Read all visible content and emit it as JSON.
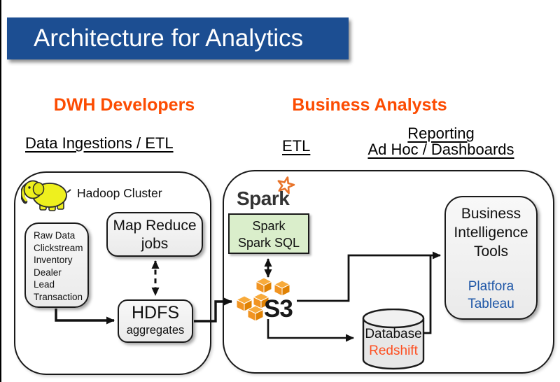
{
  "title": "Architecture for Analytics",
  "headings": {
    "left": "DWH Developers",
    "right": "Business Analysts",
    "left_sub": "Data Ingestions  / ETL",
    "etl": "ETL",
    "reporting_line1": "Reporting",
    "reporting_line2": "Ad Hoc / Dashboards"
  },
  "hadoop_cluster": {
    "label": "Hadoop Cluster",
    "raw_data_lines": [
      "Raw Data",
      "Clickstream",
      "Inventory",
      "Dealer",
      "Lead",
      "Transaction"
    ],
    "map_reduce_line1": "Map Reduce",
    "map_reduce_line2": "jobs",
    "hdfs_line1": "HDFS",
    "hdfs_line2": "aggregates"
  },
  "analytics": {
    "spark_logo": "Spark",
    "spark_box_line1": "Spark",
    "spark_box_line2": "Spark SQL",
    "s3_label": "S3",
    "database_line1": "Database",
    "database_line2": "Redshift",
    "bi_line1": "Business",
    "bi_line2": "Intelligence",
    "bi_line3": "Tools",
    "bi_tool1": "Platfora",
    "bi_tool2": "Tableau"
  },
  "icons": {
    "hadoop": "hadoop-elephant-icon",
    "spark_star": "spark-star-icon",
    "s3": "s3-cubes-icon",
    "database": "database-cylinder-icon"
  },
  "colors": {
    "title_bar_bg": "#1c4e92",
    "heading_orange": "#fc4c02",
    "redshift_orange": "#fd4f21",
    "bi_tools_blue": "#1f57a7",
    "spark_box_green": "#daeecb",
    "s3_orange": "#f0931c",
    "hadoop_yellow": "#eef01e"
  }
}
